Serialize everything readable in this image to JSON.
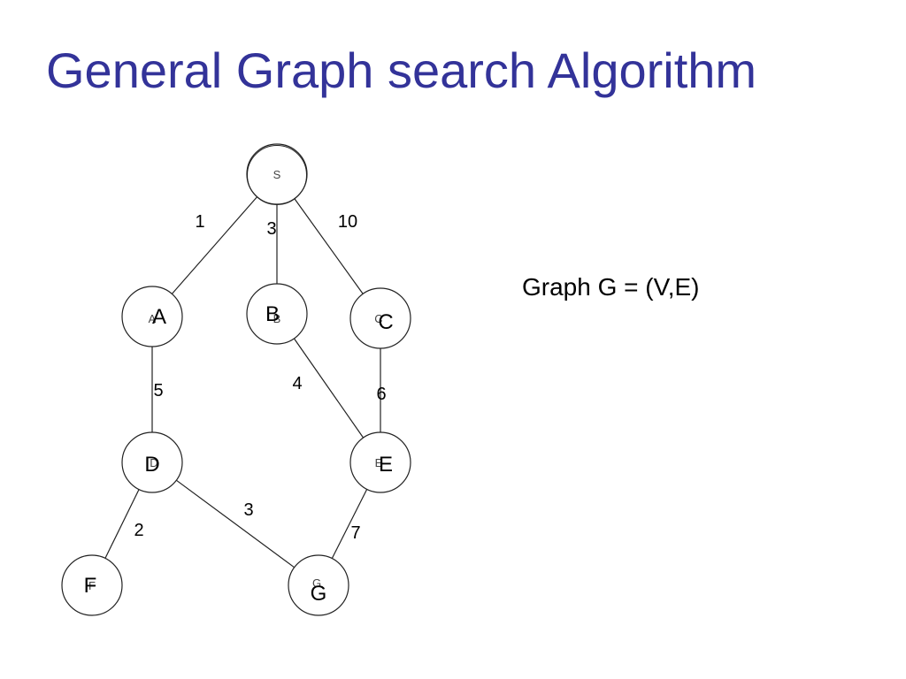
{
  "title": "General Graph search Algorithm",
  "definition": "Graph G = (V,E)",
  "graph": {
    "nodes": [
      {
        "id": "S",
        "small": "S",
        "big": ""
      },
      {
        "id": "A",
        "small": "A",
        "big": "A"
      },
      {
        "id": "B",
        "small": "B",
        "big": "B"
      },
      {
        "id": "C",
        "small": "C",
        "big": "C"
      },
      {
        "id": "D",
        "small": "D",
        "big": "D"
      },
      {
        "id": "E",
        "small": "E",
        "big": "E"
      },
      {
        "id": "F",
        "small": "F",
        "big": "F"
      },
      {
        "id": "G",
        "small": "G",
        "big": "G"
      }
    ],
    "edges": [
      {
        "from": "S",
        "to": "A",
        "weight": "1"
      },
      {
        "from": "S",
        "to": "B",
        "weight": "3"
      },
      {
        "from": "S",
        "to": "C",
        "weight": "10"
      },
      {
        "from": "A",
        "to": "D",
        "weight": "5"
      },
      {
        "from": "B",
        "to": "E",
        "weight": "4"
      },
      {
        "from": "C",
        "to": "E",
        "weight": "6"
      },
      {
        "from": "D",
        "to": "F",
        "weight": "2"
      },
      {
        "from": "D",
        "to": "G",
        "weight": "3"
      },
      {
        "from": "E",
        "to": "G",
        "weight": "7"
      }
    ]
  }
}
